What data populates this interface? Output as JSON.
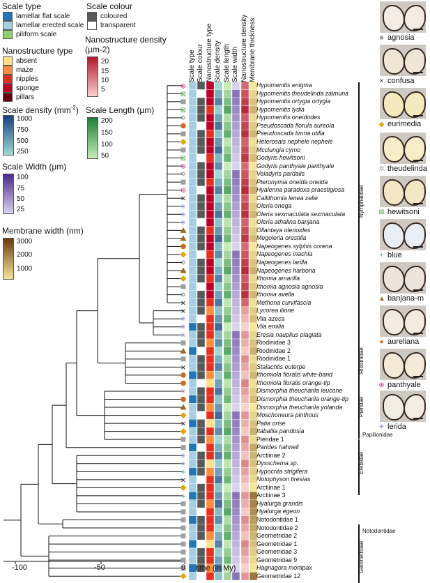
{
  "legend": {
    "scale_type": {
      "title": "Scale type",
      "items": [
        {
          "label": "lamellar flat scale",
          "color": "#1f78b4"
        },
        {
          "label": "lamellar erected scale",
          "color": "#a6cee3"
        },
        {
          "label": "piliform scale",
          "color": "#8fd16a"
        }
      ]
    },
    "scale_colour": {
      "title": "Scale colour",
      "items": [
        {
          "label": "coloured",
          "color": "#595959"
        },
        {
          "label": "transparent",
          "color": "#ffffff"
        }
      ]
    },
    "nanostructure_type": {
      "title": "Nanostructure type",
      "items": [
        {
          "label": "absent",
          "color": "#fee08b"
        },
        {
          "label": "maze",
          "color": "#fd8d3c"
        },
        {
          "label": "nipples",
          "color": "#e6301f"
        },
        {
          "label": "sponge",
          "color": "#bd0026"
        },
        {
          "label": "pillars",
          "color": "#67000d"
        }
      ]
    },
    "nanostructure_density": {
      "title": "Nanostructure density",
      "title2": "(µm-2)",
      "ticks": [
        "20",
        "15",
        "10",
        "5"
      ]
    },
    "scale_density": {
      "title": "Scale density (mm",
      "sup": "-2",
      "title_end": ")",
      "ticks": [
        "1000",
        "750",
        "500",
        "250"
      ]
    },
    "scale_length": {
      "title": "Scale Length (µm)",
      "ticks": [
        "200",
        "150",
        "100",
        "50"
      ]
    },
    "scale_width": {
      "title": "Scale Width (µm)",
      "ticks": [
        "100",
        "75",
        "50",
        "25"
      ]
    },
    "membrane_width": {
      "title": "Membrane width (nm)",
      "ticks": [
        "3000",
        "2000",
        "1000"
      ]
    }
  },
  "column_headers": [
    "Scale type",
    "Scale colour",
    "Nanostructure type",
    "Scale density",
    "Scale length",
    "Scale width",
    "Nanostructure density",
    "Membrane thickness"
  ],
  "species": [
    {
      "name": "Hypomenitis enigma",
      "italic": true
    },
    {
      "name": "Hypomenitis theudelinda zalmuna",
      "italic": true
    },
    {
      "name": "Hypomenitis ortygia ortygia",
      "italic": true
    },
    {
      "name": "Hypomenitis lydia",
      "italic": true
    },
    {
      "name": "Hypomenitis oneidodes",
      "italic": true
    },
    {
      "name": "Pseudoscada florula aureola",
      "italic": true
    },
    {
      "name": "Pseudoscada timna utilla",
      "italic": true
    },
    {
      "name": "Heterosais nephele nephele",
      "italic": true
    },
    {
      "name": "Mcclungia cymo",
      "italic": true
    },
    {
      "name": "Godyris hewitsoni",
      "italic": true
    },
    {
      "name": "Godyris panthyale panthyale",
      "italic": true
    },
    {
      "name": "Veladyris pardalis",
      "italic": true
    },
    {
      "name": "Pteronymia oneida oneida",
      "italic": true
    },
    {
      "name": "Hyalenna paradoxa praestigiosa",
      "italic": true
    },
    {
      "name": "Callithomia lenea zelie",
      "italic": true
    },
    {
      "name": "Oleria onega",
      "italic": true
    },
    {
      "name": "Oleria sexmaculata sexmaculata",
      "italic": true
    },
    {
      "name": "Oleria athalina banjana",
      "italic": true
    },
    {
      "name": "Ollantaya olerioides",
      "italic": true
    },
    {
      "name": "Megoleria orestilla",
      "italic": true
    },
    {
      "name": "Napeogenes sylphis corena",
      "italic": true
    },
    {
      "name": "Napeogenes inachia",
      "italic": true
    },
    {
      "name": "Napeogenes larilla",
      "italic": true
    },
    {
      "name": "Napeogenes harbona",
      "italic": true
    },
    {
      "name": "Ithomia amarilla",
      "italic": true
    },
    {
      "name": "Ithomia agnosia agnosia",
      "italic": true
    },
    {
      "name": "Ithomia avella",
      "italic": true
    },
    {
      "name": "Methona curvifascia",
      "italic": true
    },
    {
      "name": "Lycorea ilione",
      "italic": true
    },
    {
      "name": "Vila azeca",
      "italic": true
    },
    {
      "name": "Vila emilia",
      "italic": true
    },
    {
      "name": "Eresia nauplius plagiata",
      "italic": true
    },
    {
      "name": "Riodinidae 3",
      "italic": false
    },
    {
      "name": "Riodinidae 2",
      "italic": false
    },
    {
      "name": "Riodinidae 1",
      "italic": false
    },
    {
      "name": "Stalachtis euterpe",
      "italic": true
    },
    {
      "name": "Ithomiola floralis white-band",
      "italic": true,
      "suffix": ""
    },
    {
      "name": "Ithomiola floralis orange-tip",
      "italic": true
    },
    {
      "name": "Dismorphia theucharila leucone",
      "italic": true
    },
    {
      "name": "Dismorphia theucharila orange-tip",
      "italic": true
    },
    {
      "name": "Dismorphia theucharila yolanda",
      "italic": true
    },
    {
      "name": "Moschoneura pinthous",
      "italic": true
    },
    {
      "name": "Patia orise",
      "italic": true
    },
    {
      "name": "Itaballia pandosia",
      "italic": true
    },
    {
      "name": "Pieridae 1",
      "italic": false
    },
    {
      "name": "Parides hahneli",
      "italic": true
    },
    {
      "name": "Arctiinae 2",
      "italic": false
    },
    {
      "name": "Dysschema sp.",
      "italic": true
    },
    {
      "name": "Hypocrita strigifera",
      "italic": true
    },
    {
      "name": "Notophyson tiresias",
      "italic": true
    },
    {
      "name": "Arctiinae 1",
      "italic": false
    },
    {
      "name": "Arctiinae 3",
      "italic": false
    },
    {
      "name": "Hyalurga grandis",
      "italic": true
    },
    {
      "name": "Hyalurga egeon",
      "italic": true
    },
    {
      "name": "Notodontidae 1",
      "italic": false
    },
    {
      "name": "Notodontidae 2",
      "italic": false
    },
    {
      "name": "Geometridae 2",
      "italic": false
    },
    {
      "name": "Geometridae 1",
      "italic": false
    },
    {
      "name": "Geometridae 3",
      "italic": false
    },
    {
      "name": "Geometridae 9",
      "italic": false
    },
    {
      "name": "Hagnagora mortipax",
      "italic": true
    },
    {
      "name": "Geometridae 12",
      "italic": false
    }
  ],
  "families": [
    "Nymphalidae",
    "Riodinidae",
    "Pieridae",
    "Papilionidae",
    "Erebidae",
    "Notodontidae",
    "Geometridae"
  ],
  "photo_labels": [
    "agnosia",
    "confusa",
    "eurimedia",
    "theudelinda",
    "hewitsoni",
    "blue",
    "banjana-m",
    "aureliana",
    "panthyale",
    "lerida"
  ],
  "marker_icons": [
    "gray-square",
    "cross",
    "diamond",
    "star-of-david",
    "boxed-x",
    "plus",
    "triangle",
    "circle",
    "circled-plus",
    "asterisk"
  ],
  "marker_colors": {
    "gray-square": "#a0a0a0",
    "cross": "#111111",
    "diamond": "#e0a800",
    "star-of-david": "#888888",
    "boxed-x": "#5cb85c",
    "plus": "#2bb3a3",
    "triangle": "#9a6a1e",
    "circle": "#d2691e",
    "circled-plus": "#d6338a",
    "asterisk": "#8f7fd1"
  },
  "axis": {
    "ticks": [
      "-100",
      "-50",
      "0"
    ],
    "label": "time (in My)"
  }
}
